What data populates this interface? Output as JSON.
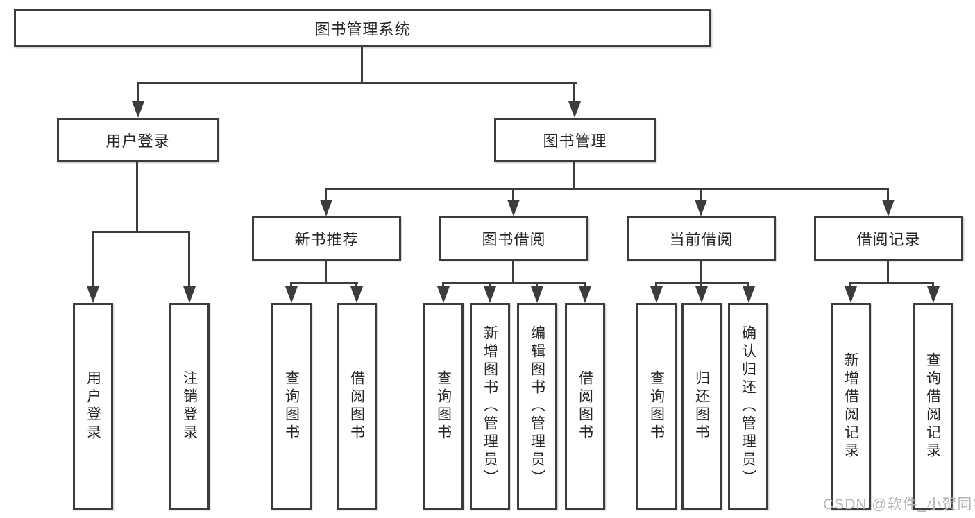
{
  "diagram": {
    "title": "图书管理系统",
    "root": {
      "label": "图书管理系统"
    },
    "level2": [
      {
        "label": "用户登录"
      },
      {
        "label": "图书管理"
      }
    ],
    "level3": [
      {
        "label": "新书推荐"
      },
      {
        "label": "图书借阅"
      },
      {
        "label": "当前借阅"
      },
      {
        "label": "借阅记录"
      }
    ],
    "leaves": {
      "login": [
        {
          "label": "用户登录"
        },
        {
          "label": "注销登录"
        }
      ],
      "recommend": [
        {
          "label": "查询图书"
        },
        {
          "label": "借阅图书"
        }
      ],
      "borrow": [
        {
          "label": "查询图书"
        },
        {
          "label": "新增图书（管理员）"
        },
        {
          "label": "编辑图书（管理员）"
        },
        {
          "label": "借阅图书"
        }
      ],
      "current": [
        {
          "label": "查询图书"
        },
        {
          "label": "归还图书"
        },
        {
          "label": "确认归还（管理员）"
        }
      ],
      "records": [
        {
          "label": "新增借阅记录"
        },
        {
          "label": "查询借阅记录"
        }
      ]
    },
    "watermark": {
      "text": "CSDN @软件_小贺同学",
      "color": "#b5b5b5"
    },
    "colors": {
      "line": "#3c3c3c",
      "text": "#262626",
      "background": "#ffffff"
    }
  }
}
